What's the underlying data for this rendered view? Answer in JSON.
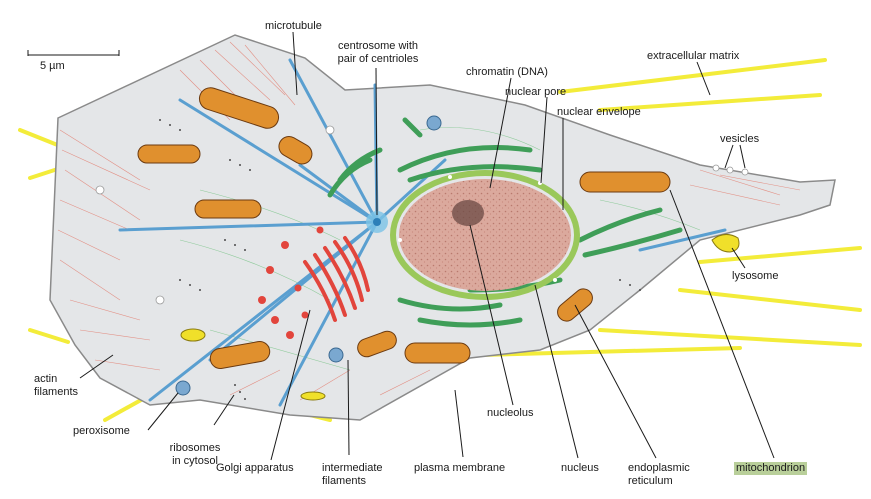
{
  "scale_bar": {
    "label": "5 µm"
  },
  "labels": {
    "microtubule": "microtubule",
    "centrosome": [
      "centrosome with",
      "pair of centrioles"
    ],
    "chromatin": "chromatin (DNA)",
    "nuclear_pore": "nuclear pore",
    "nuclear_envelope": "nuclear envelope",
    "extracellular_matrix": "extracellular matrix",
    "vesicles": "vesicles",
    "lysosome": "lysosome",
    "actin_filaments": [
      "actin",
      "filaments"
    ],
    "peroxisome": "peroxisome",
    "ribosomes": [
      "ribosomes",
      "in cytosol"
    ],
    "golgi": "Golgi apparatus",
    "intermediate_filaments": [
      "intermediate",
      "filaments"
    ],
    "plasma_membrane": "plasma membrane",
    "nucleolus": "nucleolus",
    "nucleus": "nucleus",
    "er": [
      "endoplasmic",
      "reticulum"
    ],
    "mitochondrion": "mitochondrion"
  },
  "colors": {
    "cytoplasm": "#e4e6e8",
    "membrane": "#8a8a8a",
    "nucleus_fill": "#d9a89c",
    "nuclear_envelope": "#9ac85a",
    "er": "#3f9e58",
    "mitochondrion": "#e0902e",
    "golgi": "#e2453c",
    "microtubule": "#5a9fd0",
    "matrix": "#f3ec3a",
    "lysosome": "#f0e02a",
    "highlight": "#b9cf9a"
  }
}
